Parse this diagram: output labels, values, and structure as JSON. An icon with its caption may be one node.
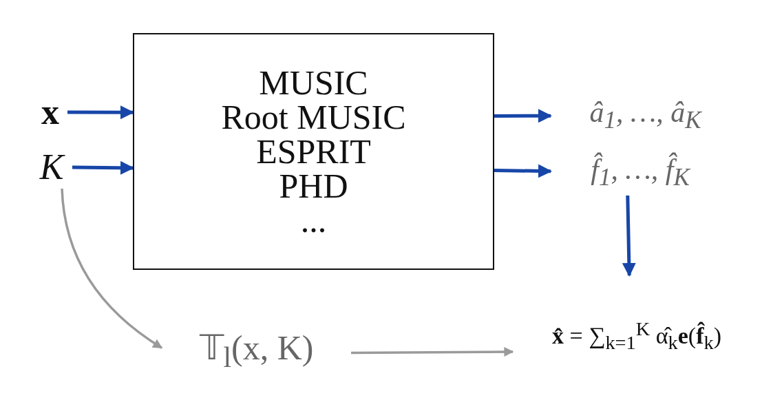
{
  "diagram": {
    "nodes": [
      {
        "text": [
          "x"
        ]
      },
      {
        "text": [
          "K"
        ]
      },
      {
        "text": [
          "MUSIC",
          "Root MUSIC",
          "ESPRIT",
          "PHD",
          "..."
        ]
      },
      {
        "text": [
          "â$_{1}$, …, â$_{K}$"
        ]
      },
      {
        "text": [
          "f̂$_{1}$, …, f̂$_{K}$"
        ]
      },
      {
        "text": [
          "𝕋$_{l}$(x, K)"
        ]
      },
      {
        "text": [
          "**x̂** = ∑$_{k=1}$$^{K}$ α̂$_{k}$**e**(**f̂**$_{k}$)"
        ]
      }
    ],
    "edges": [
      {
        "from": 0,
        "to": 2,
        "arrow": "to"
      },
      {
        "from": 1,
        "to": 2,
        "arrow": "to"
      },
      {
        "from": 2,
        "to": 3,
        "arrow": "to"
      },
      {
        "from": 2,
        "to": 4,
        "arrow": "to"
      },
      {
        "from": 4,
        "to": 6,
        "arrow": "to"
      },
      {
        "from": 1,
        "to": 5,
        "arrow": "to",
        "color": "#9a9a9a"
      },
      {
        "from": 5,
        "to": 6,
        "arrow": "to",
        "color": "#9a9a9a"
      }
    ]
  }
}
